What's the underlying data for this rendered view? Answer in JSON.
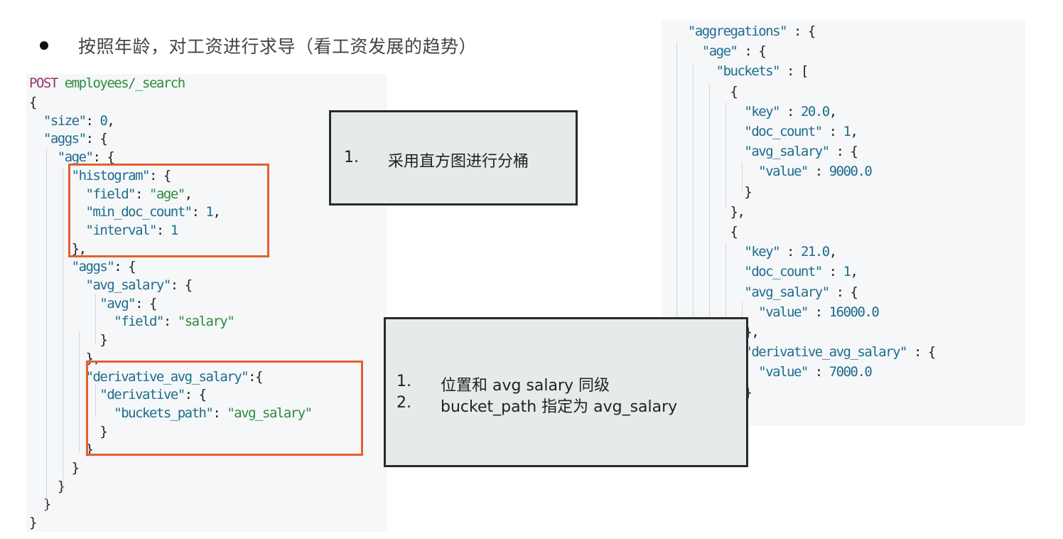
{
  "heading": "按照年龄，对工资进行求导（看工资发展的趋势）",
  "request": {
    "method": "POST",
    "path": "employees/_search",
    "lines": [
      "{",
      "  \"size\": 0,",
      "  \"aggs\": {",
      "    \"age\": {",
      "      \"histogram\": {",
      "        \"field\": \"age\",",
      "        \"min_doc_count\": 1,",
      "        \"interval\": 1",
      "      },",
      "      \"aggs\": {",
      "        \"avg_salary\": {",
      "          \"avg\": {",
      "            \"field\": \"salary\"",
      "          }",
      "        },",
      "        \"derivative_avg_salary\":{",
      "          \"derivative\": {",
      "            \"buckets_path\": \"avg_salary\"",
      "          }",
      "        }",
      "      }",
      "    }",
      "  }",
      "}"
    ]
  },
  "response": {
    "lines": [
      "  \"aggregations\" : {",
      "    \"age\" : {",
      "      \"buckets\" : [",
      "        {",
      "          \"key\" : 20.0,",
      "          \"doc_count\" : 1,",
      "          \"avg_salary\" : {",
      "            \"value\" : 9000.0",
      "          }",
      "        },",
      "        {",
      "          \"key\" : 21.0,",
      "          \"doc_count\" : 1,",
      "          \"avg_salary\" : {",
      "            \"value\" : 16000.0",
      "          },",
      "          \"derivative_avg_salary\" : {",
      "            \"value\" : 7000.0",
      "          }",
      "        },"
    ]
  },
  "note_histogram": {
    "items": [
      {
        "num": "1.",
        "text": "采用直方图进行分桶"
      }
    ]
  },
  "note_derivative": {
    "items": [
      {
        "num": "1.",
        "text": "位置和 avg salary 同级"
      },
      {
        "num": "2.",
        "text": "bucket_path 指定为 avg_salary"
      }
    ]
  },
  "colors": {
    "highlight_border": "#e2622f",
    "code_background": "#f5f7f9",
    "note_background": "#e6eaeb",
    "key_color": "#1e6c8c",
    "string_color": "#2e8b3e",
    "method_color": "#a0326b"
  }
}
